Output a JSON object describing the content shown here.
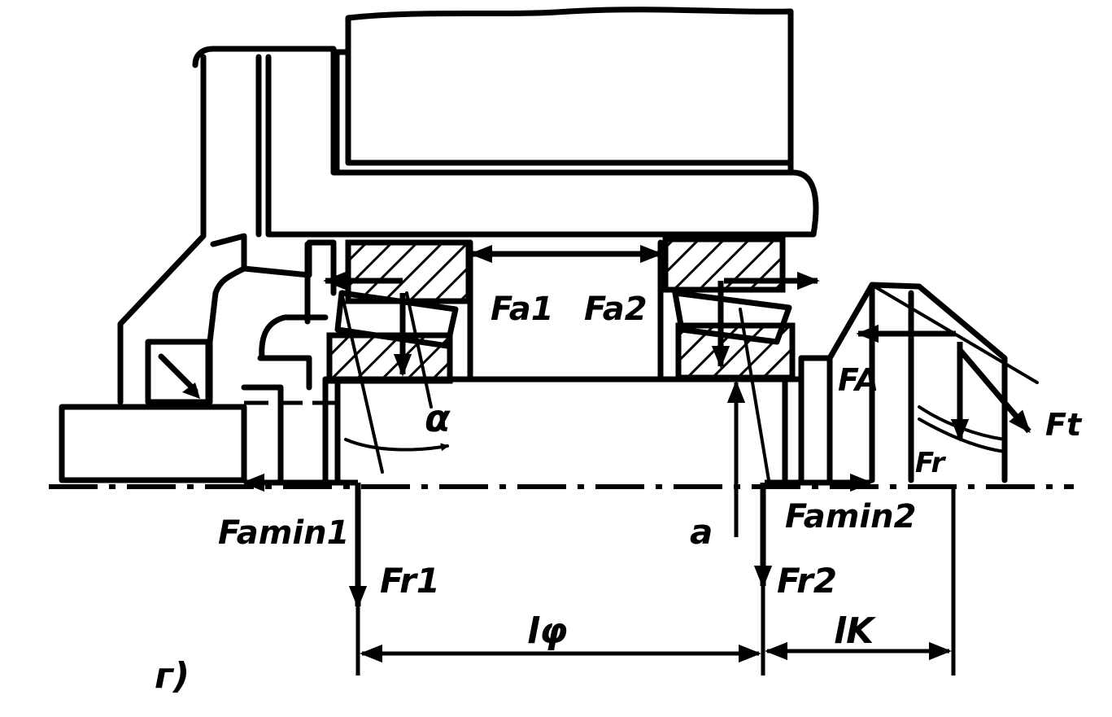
{
  "labels": {
    "fa1": "Fa1",
    "fa2": "Fa2",
    "fa_min1": "Famin1",
    "fa_min2": "Famin2",
    "fr1": "Fr1",
    "fr2": "Fr2",
    "f_a_gear": "FA",
    "f_t": "Ft",
    "f_r": "Fr",
    "alpha": "α",
    "a_offset": "a",
    "l_f": "lφ",
    "l_k": "lK",
    "figure_tag": "г)"
  },
  "colors": {
    "ink": "#000000",
    "paper": "#ffffff"
  }
}
